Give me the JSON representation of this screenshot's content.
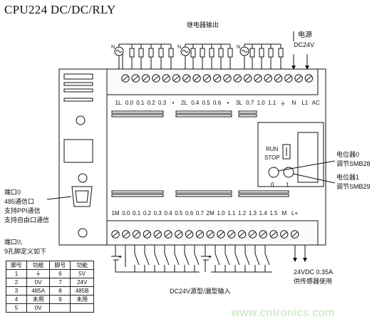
{
  "title": "CPU224 DC/DC/RLY",
  "top_annotations": {
    "relay_output": "继电器输出",
    "power_label": "电源",
    "power_voltage": "DC24V",
    "n_labels": [
      "N",
      "N",
      "N"
    ]
  },
  "top_terminal_labels": [
    "1L",
    "0.0",
    "0.1",
    "0.2",
    "0.3",
    "•",
    "2L",
    "0.4",
    "0.5",
    "0.6",
    "•",
    "3L",
    "0.7",
    "1.0",
    "1.1",
    "⏚",
    "N",
    "L1",
    "AC"
  ],
  "bottom_terminal_labels": [
    "1M",
    "0.0",
    "0.1",
    "0.2",
    "0.3",
    "0.4",
    "0.5",
    "0.6",
    "0.7",
    "2M",
    "1.0",
    "1.1",
    "1.2",
    "1.3",
    "1.4",
    "1.5",
    "M",
    "L+"
  ],
  "run_stop": {
    "run": "RUN",
    "stop": "STOP"
  },
  "pots": {
    "pot0_index": "0",
    "pot1_index": "1"
  },
  "right_notes": {
    "pot0_line1": "电位器0",
    "pot0_line2": "调节SMB28",
    "pot1_line1": "电位器1",
    "pot1_line2": "调节SMB29"
  },
  "left_notes": {
    "port_line1": "端口0",
    "port_line2": "485通信口",
    "port_line3": "支持PPI通信",
    "port_line4": "支持自由口通信",
    "pin_line1": "端口0,",
    "pin_line2": "9孔脚定义如下"
  },
  "pin_table": {
    "headers": [
      "脚号",
      "功能",
      "脚号",
      "功能"
    ],
    "rows": [
      [
        "1",
        "⏚",
        "6",
        "5V"
      ],
      [
        "2",
        "0V",
        "7",
        "24V"
      ],
      [
        "3",
        "485A",
        "8",
        "485B"
      ],
      [
        "4",
        "未用",
        "9",
        "未用"
      ],
      [
        "5",
        "0V",
        "",
        ""
      ]
    ]
  },
  "bottom_notes": {
    "input_type": "DC24V源型/漏型输入",
    "sensor_supply_line1": "24VDC  0.35A",
    "sensor_supply_line2": "供传感器使用",
    "input_plus": "+"
  },
  "watermark": "www.cntronics.com"
}
